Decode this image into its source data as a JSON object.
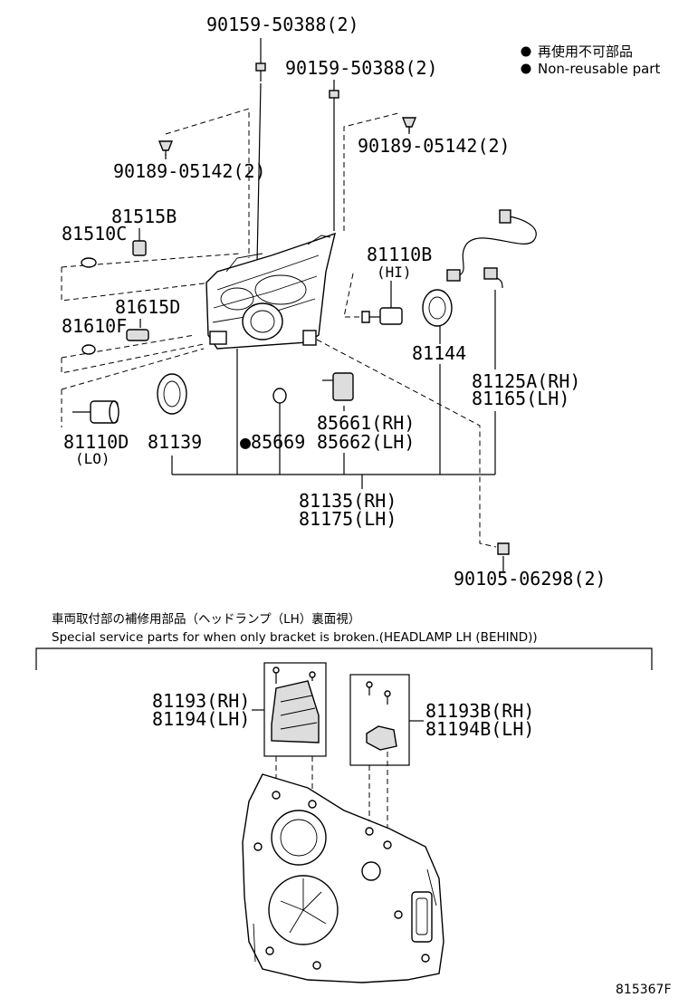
{
  "legend": {
    "jp": "再使用不可部品",
    "en": "Non-reusable part"
  },
  "parts": {
    "p90159_top": "90159-50388(2)",
    "p90159_mid": "90159-50388(2)",
    "p90189_left": "90189-05142(2)",
    "p90189_right": "90189-05142(2)",
    "p81515B": "81515B",
    "p81510C": "81510C",
    "p81110B": "81110B",
    "p81110B_sub": "(HI)",
    "p81615D": "81615D",
    "p81610F": "81610F",
    "p81144": "81144",
    "p81125A": "81125A(RH)",
    "p81165": "81165(LH)",
    "p81110D": "81110D",
    "p81110D_sub": "(LO)",
    "p81139": "81139",
    "p85669": "●85669",
    "p85661": "85661(RH)",
    "p85662": "85662(LH)",
    "p81135": "81135(RH)",
    "p81175": "81175(LH)",
    "p90105": "90105-06298(2)",
    "p81193": "81193(RH)",
    "p81194": "81194(LH)",
    "p81193B": "81193B(RH)",
    "p81194B": "81194B(LH)"
  },
  "section": {
    "jp": "車両取付部の補修用部品（ヘッドランプ（LH）裏面視）",
    "en": "Special service parts for when only bracket is broken.(HEADLAMP LH (BEHIND))"
  },
  "ref_code": "815367F",
  "icons": {
    "bullet": "filled-circle"
  }
}
